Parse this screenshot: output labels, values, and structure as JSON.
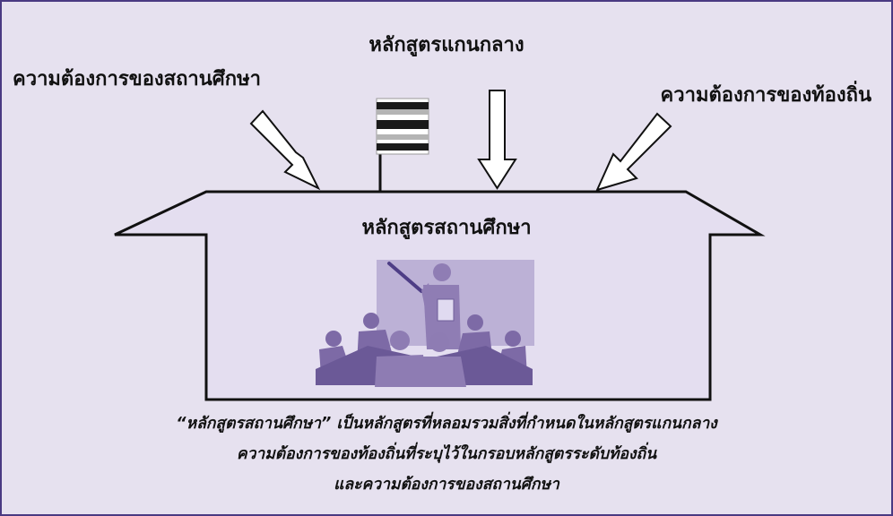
{
  "diagram": {
    "core_curriculum_label": "หลักสูตรแกนกลาง",
    "school_needs_label": "ความต้องการของสถานศึกษา",
    "local_needs_label": "ความต้องการของท้องถิ่น",
    "school_curriculum_label": "หลักสูตรสถานศึกษา"
  },
  "caption": {
    "line1": "“หลักสูตรสถานศึกษา” เป็นหลักสูตรที่หลอมรวมสิ่งที่กำหนดในหลักสูตรแกนกลาง",
    "line2": "ความต้องการของท้องถิ่นที่ระบุไว้ในกรอบหลักสูตรระดับท้องถิ่น",
    "line3": "และความต้องการของสถานศึกษา"
  },
  "colors": {
    "frame_border": "#4a3a82",
    "background": "#e6e1ef",
    "box_fill": "#e4def0",
    "figure_purple": "#7d6aa6",
    "board_purple": "#bcb1d6",
    "flag_dark": "#1a1a1a",
    "flag_gray": "#b4b4b4"
  }
}
